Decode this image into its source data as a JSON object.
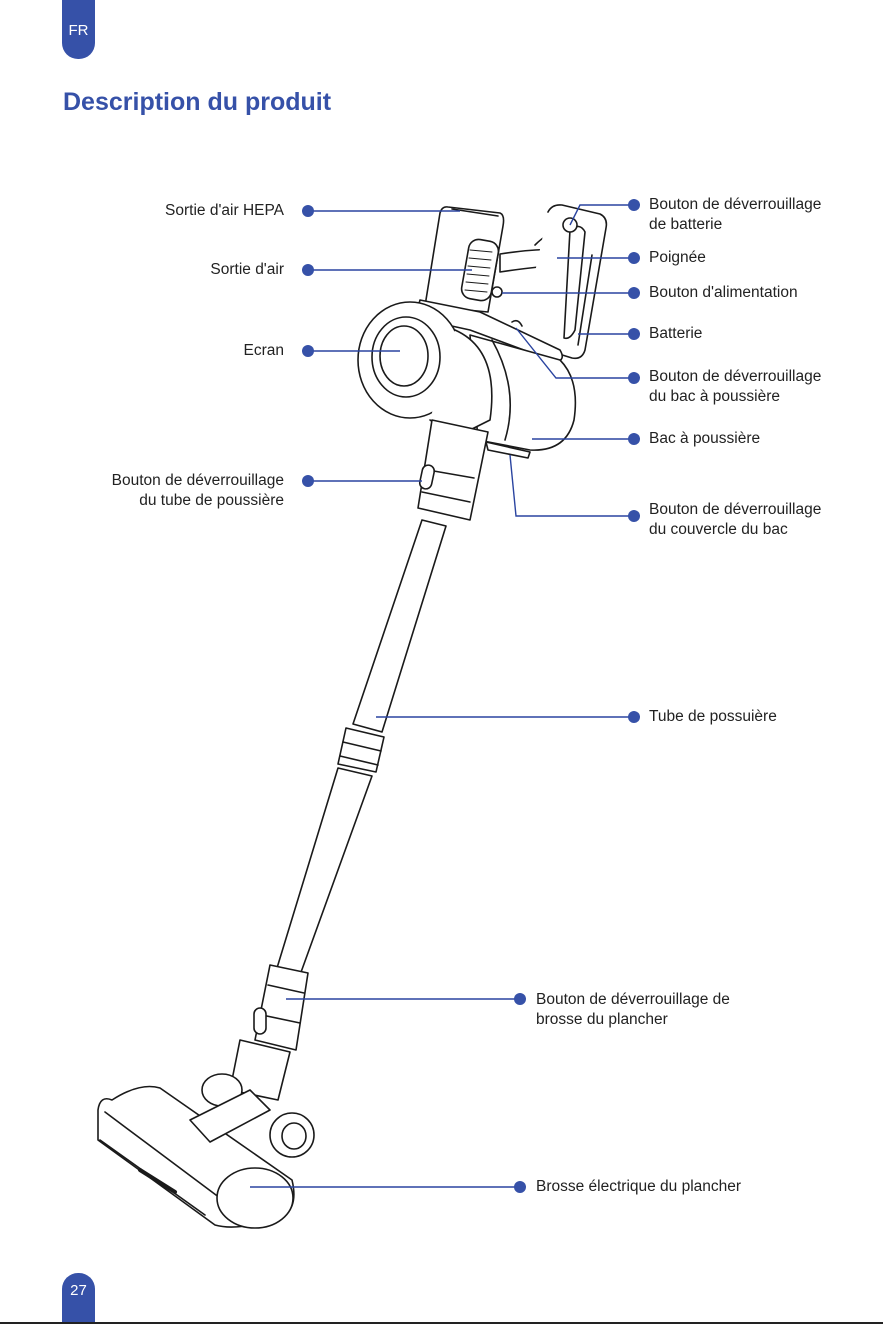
{
  "lang_tab": "FR",
  "title": "Description du produit",
  "page_number": "27",
  "accent_color": "#3651a8",
  "callouts_left": [
    {
      "label": "Sortie d'air HEPA"
    },
    {
      "label": "Sortie d'air"
    },
    {
      "label": "Ecran"
    },
    {
      "line1": "Bouton de déverrouillage",
      "line2": "du tube de poussière"
    }
  ],
  "callouts_right": [
    {
      "line1": "Bouton de déverrouillage",
      "line2": "de batterie"
    },
    {
      "label": "Poignée"
    },
    {
      "label": "Bouton d'alimentation"
    },
    {
      "label": "Batterie"
    },
    {
      "line1": "Bouton de déverrouillage",
      "line2": "du bac à poussière"
    },
    {
      "label": "Bac à poussière"
    },
    {
      "line1": "Bouton de déverrouillage",
      "line2": "du couvercle du bac"
    },
    {
      "label": "Tube de possuière"
    },
    {
      "line1": "Bouton de déverrouillage de",
      "line2": "brosse du plancher"
    },
    {
      "label": "Brosse électrique du plancher"
    }
  ]
}
